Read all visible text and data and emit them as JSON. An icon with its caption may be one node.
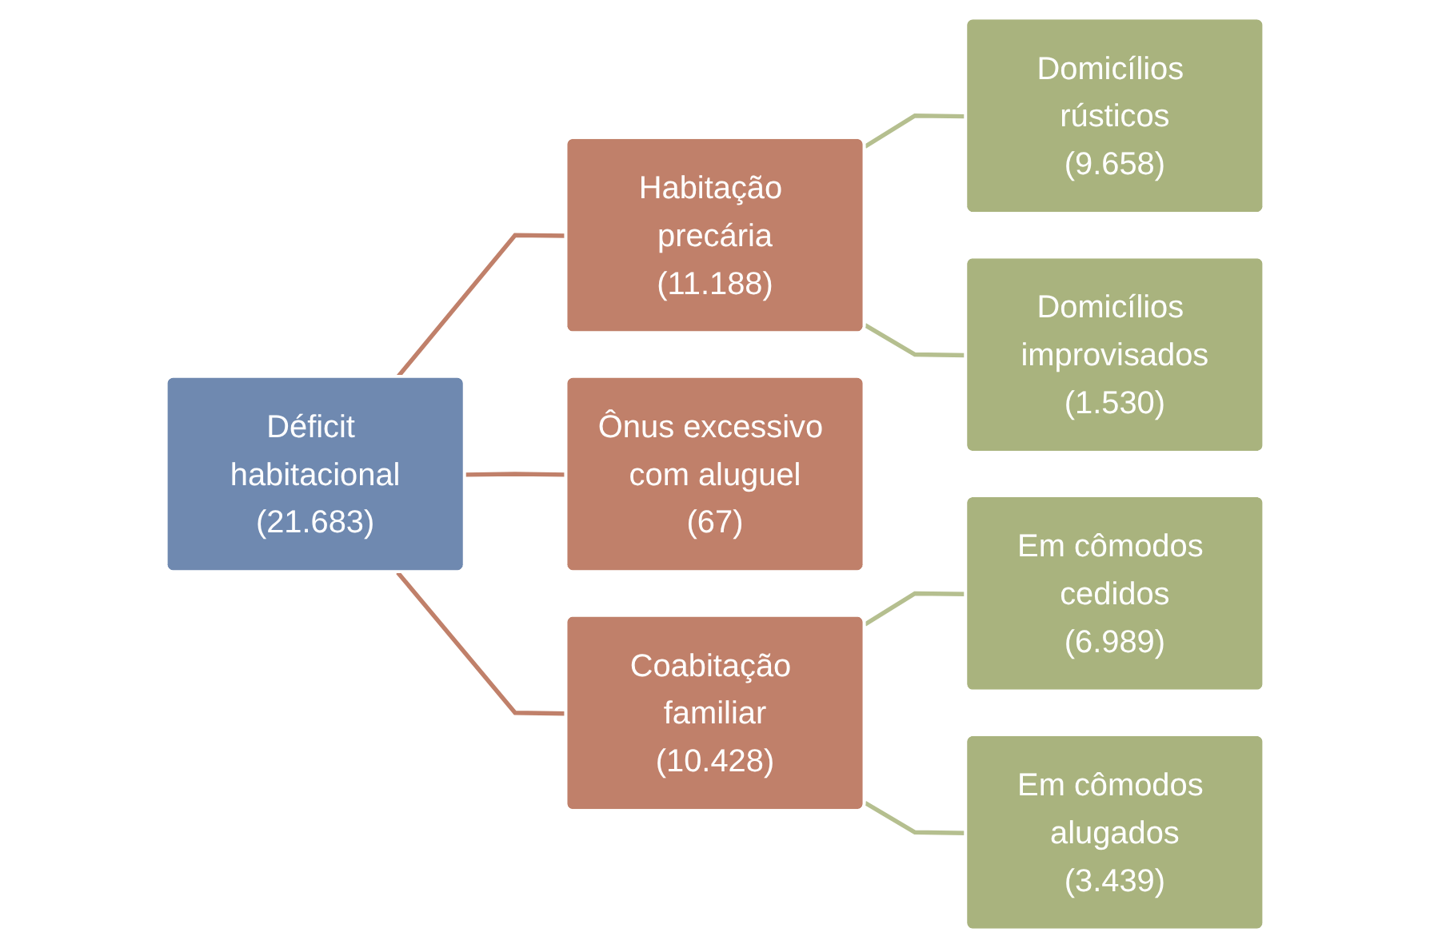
{
  "diagram": {
    "nodes": [
      {
        "text": [
          "Déficit habitacional",
          "(21.683)"
        ]
      },
      {
        "text": [
          "Habitação precária",
          "(11.188)"
        ]
      },
      {
        "text": [
          "Ônus excessivo com aluguel",
          "(67)"
        ]
      },
      {
        "text": [
          "Coabitação familiar",
          "(10.428)"
        ]
      },
      {
        "text": [
          "Domicílios rústicos",
          "(9.658)"
        ]
      },
      {
        "text": [
          "Domicílios improvisados",
          "(1.530)"
        ]
      },
      {
        "text": [
          "Em cômodos cedidos",
          "(6.989)"
        ]
      },
      {
        "text": [
          "Em cômodos alugados",
          "(3.439)"
        ]
      }
    ],
    "edges": [
      {
        "from": 0,
        "to": 1,
        "arrow": "none",
        "color": "#c0806a"
      },
      {
        "from": 0,
        "to": 2,
        "arrow": "none",
        "color": "#c0806a"
      },
      {
        "from": 0,
        "to": 3,
        "arrow": "none",
        "color": "#c0806a"
      },
      {
        "from": 1,
        "to": 4,
        "arrow": "none",
        "color": "#b5bf8f"
      },
      {
        "from": 1,
        "to": 5,
        "arrow": "none",
        "color": "#b5bf8f"
      },
      {
        "from": 3,
        "to": 6,
        "arrow": "none",
        "color": "#b5bf8f"
      },
      {
        "from": 3,
        "to": 7,
        "arrow": "none",
        "color": "#b5bf8f"
      }
    ]
  }
}
